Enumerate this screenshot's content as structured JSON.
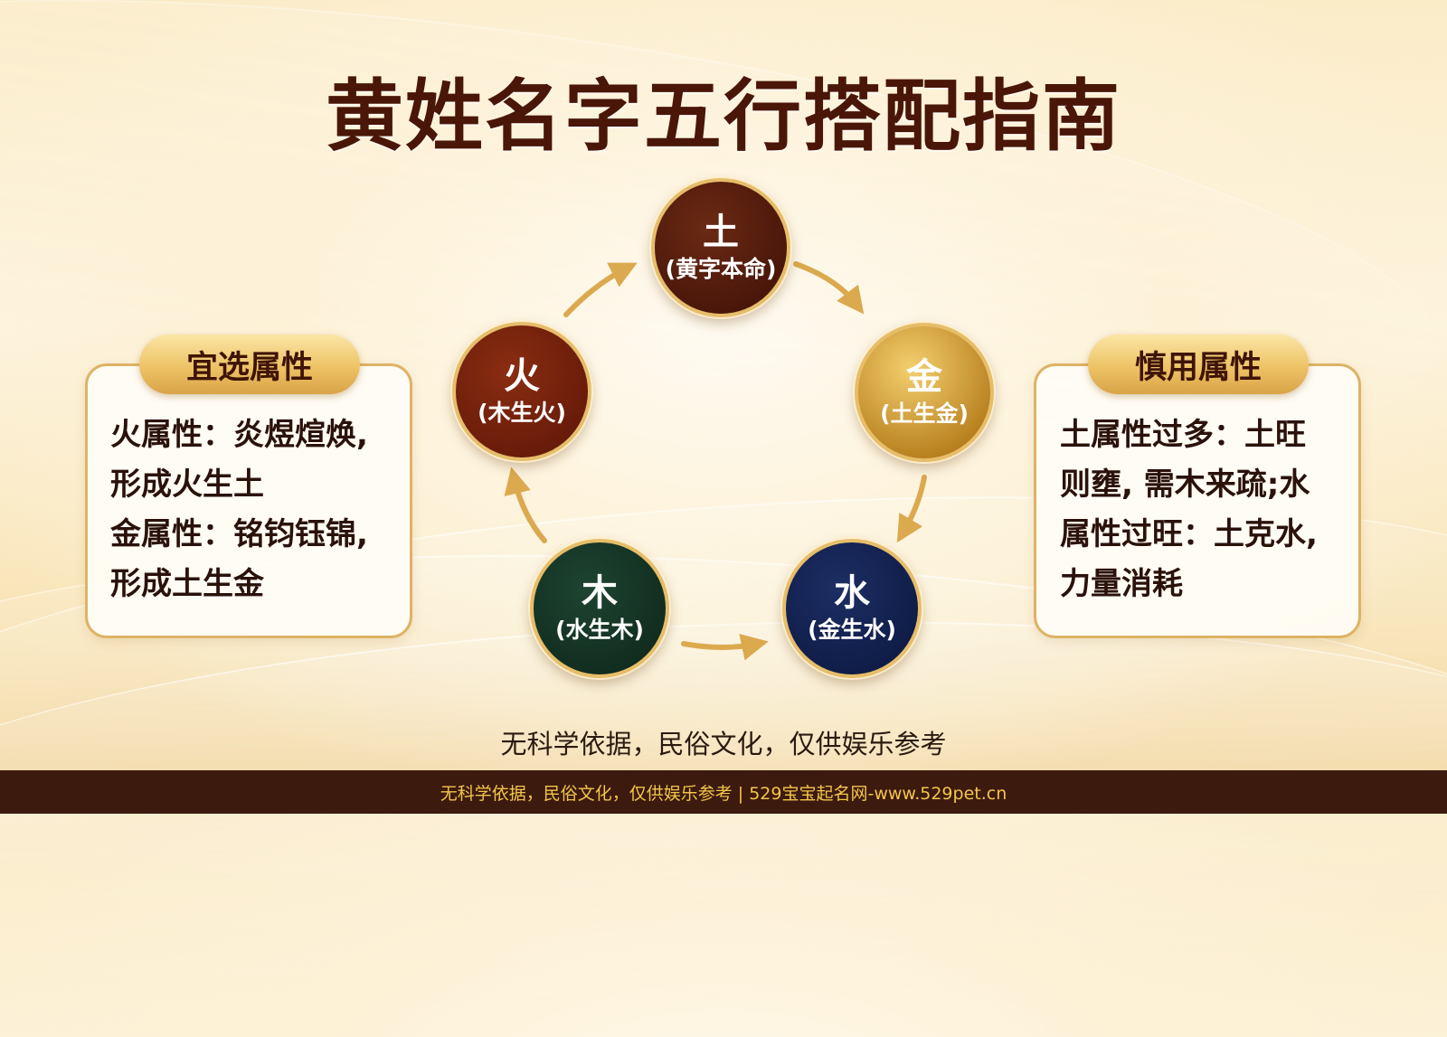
{
  "title": "黄姓名字五行搭配指南",
  "cycle": {
    "earth": {
      "name": "土",
      "note": "(黄字本命)"
    },
    "metal": {
      "name": "金",
      "note": "(土生金)"
    },
    "water": {
      "name": "水",
      "note": "(金生水)"
    },
    "wood": {
      "name": "木",
      "note": "(水生木)"
    },
    "fire": {
      "name": "火",
      "note": "(木生火)"
    }
  },
  "left_panel": {
    "heading": "宜选属性",
    "lines": [
      "火属性：炎煜煊焕,",
      "形成火生土",
      "金属性：铭钧钰锦,",
      "形成土生金"
    ]
  },
  "right_panel": {
    "heading": "慎用属性",
    "lines": [
      "土属性过多：土旺",
      "则壅, 需木来疏;水",
      "属性过旺：土克水,",
      "力量消耗"
    ]
  },
  "disclaimer": "无科学依据，民俗文化，仅供娱乐参考",
  "footer": "无科学依据，民俗文化，仅供娱乐参考 | 529宝宝起名网-www.529pet.cn",
  "colors": {
    "title": "#4a1608",
    "earth": "#4a170a",
    "metal": "#d4a03a",
    "water": "#0f1d4d",
    "wood": "#143323",
    "fire": "#6e1f0b",
    "accent_gold": "#deb365",
    "footer_bg": "#3c1a0e",
    "footer_text": "#f3c64a"
  }
}
